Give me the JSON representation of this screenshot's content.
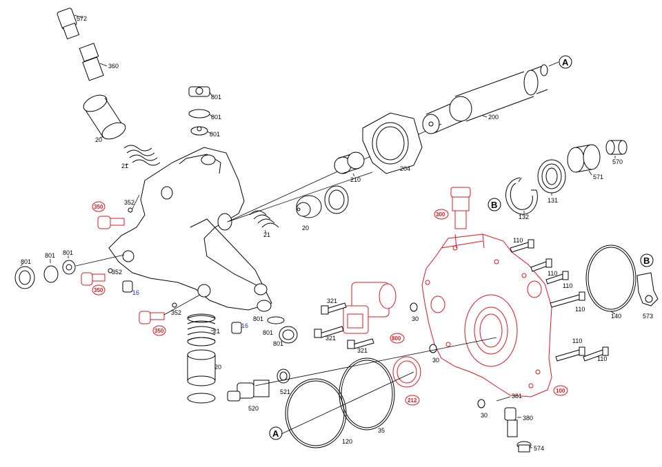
{
  "parts": {
    "p572": "572",
    "p360": "360",
    "p20a": "20",
    "p21a": "21",
    "p801a": "801",
    "p801b": "801",
    "p801c": "801",
    "p352a": "352",
    "p350a": "350",
    "p801d": "801",
    "p801e": "801",
    "p801f": "801",
    "p352b": "352",
    "p350b": "350",
    "p16a": "16",
    "p352c": "352",
    "p350c": "350",
    "p21b": "21",
    "p20b": "20",
    "p21c": "21",
    "p20c": "20",
    "p16b": "16",
    "p801g": "801",
    "p801h": "801",
    "p801i": "801",
    "p200": "200",
    "p204": "204",
    "p210": "210",
    "p570": "570",
    "p571": "571",
    "p131": "131",
    "p132": "132",
    "p300": "300",
    "p110a": "110",
    "p110b": "110",
    "p110c": "110",
    "p110d": "110",
    "p110e": "110",
    "p110f": "110",
    "p140": "140",
    "p573": "573",
    "p321a": "321",
    "p321b": "321",
    "p321c": "321",
    "p800": "800",
    "p30a": "30",
    "p30b": "30",
    "p30c": "30",
    "p212": "212",
    "p100": "100",
    "p381": "381",
    "p380": "380",
    "p574": "574",
    "p521": "521",
    "p520": "520",
    "p35": "35",
    "p120": "120"
  },
  "callouts": {
    "a_top": "A",
    "a_bottom": "A",
    "b_left": "B",
    "b_right": "B"
  },
  "colors": {
    "highlight": "#e0141b",
    "line": "#000000",
    "blue_label": "#1a2fbf"
  }
}
